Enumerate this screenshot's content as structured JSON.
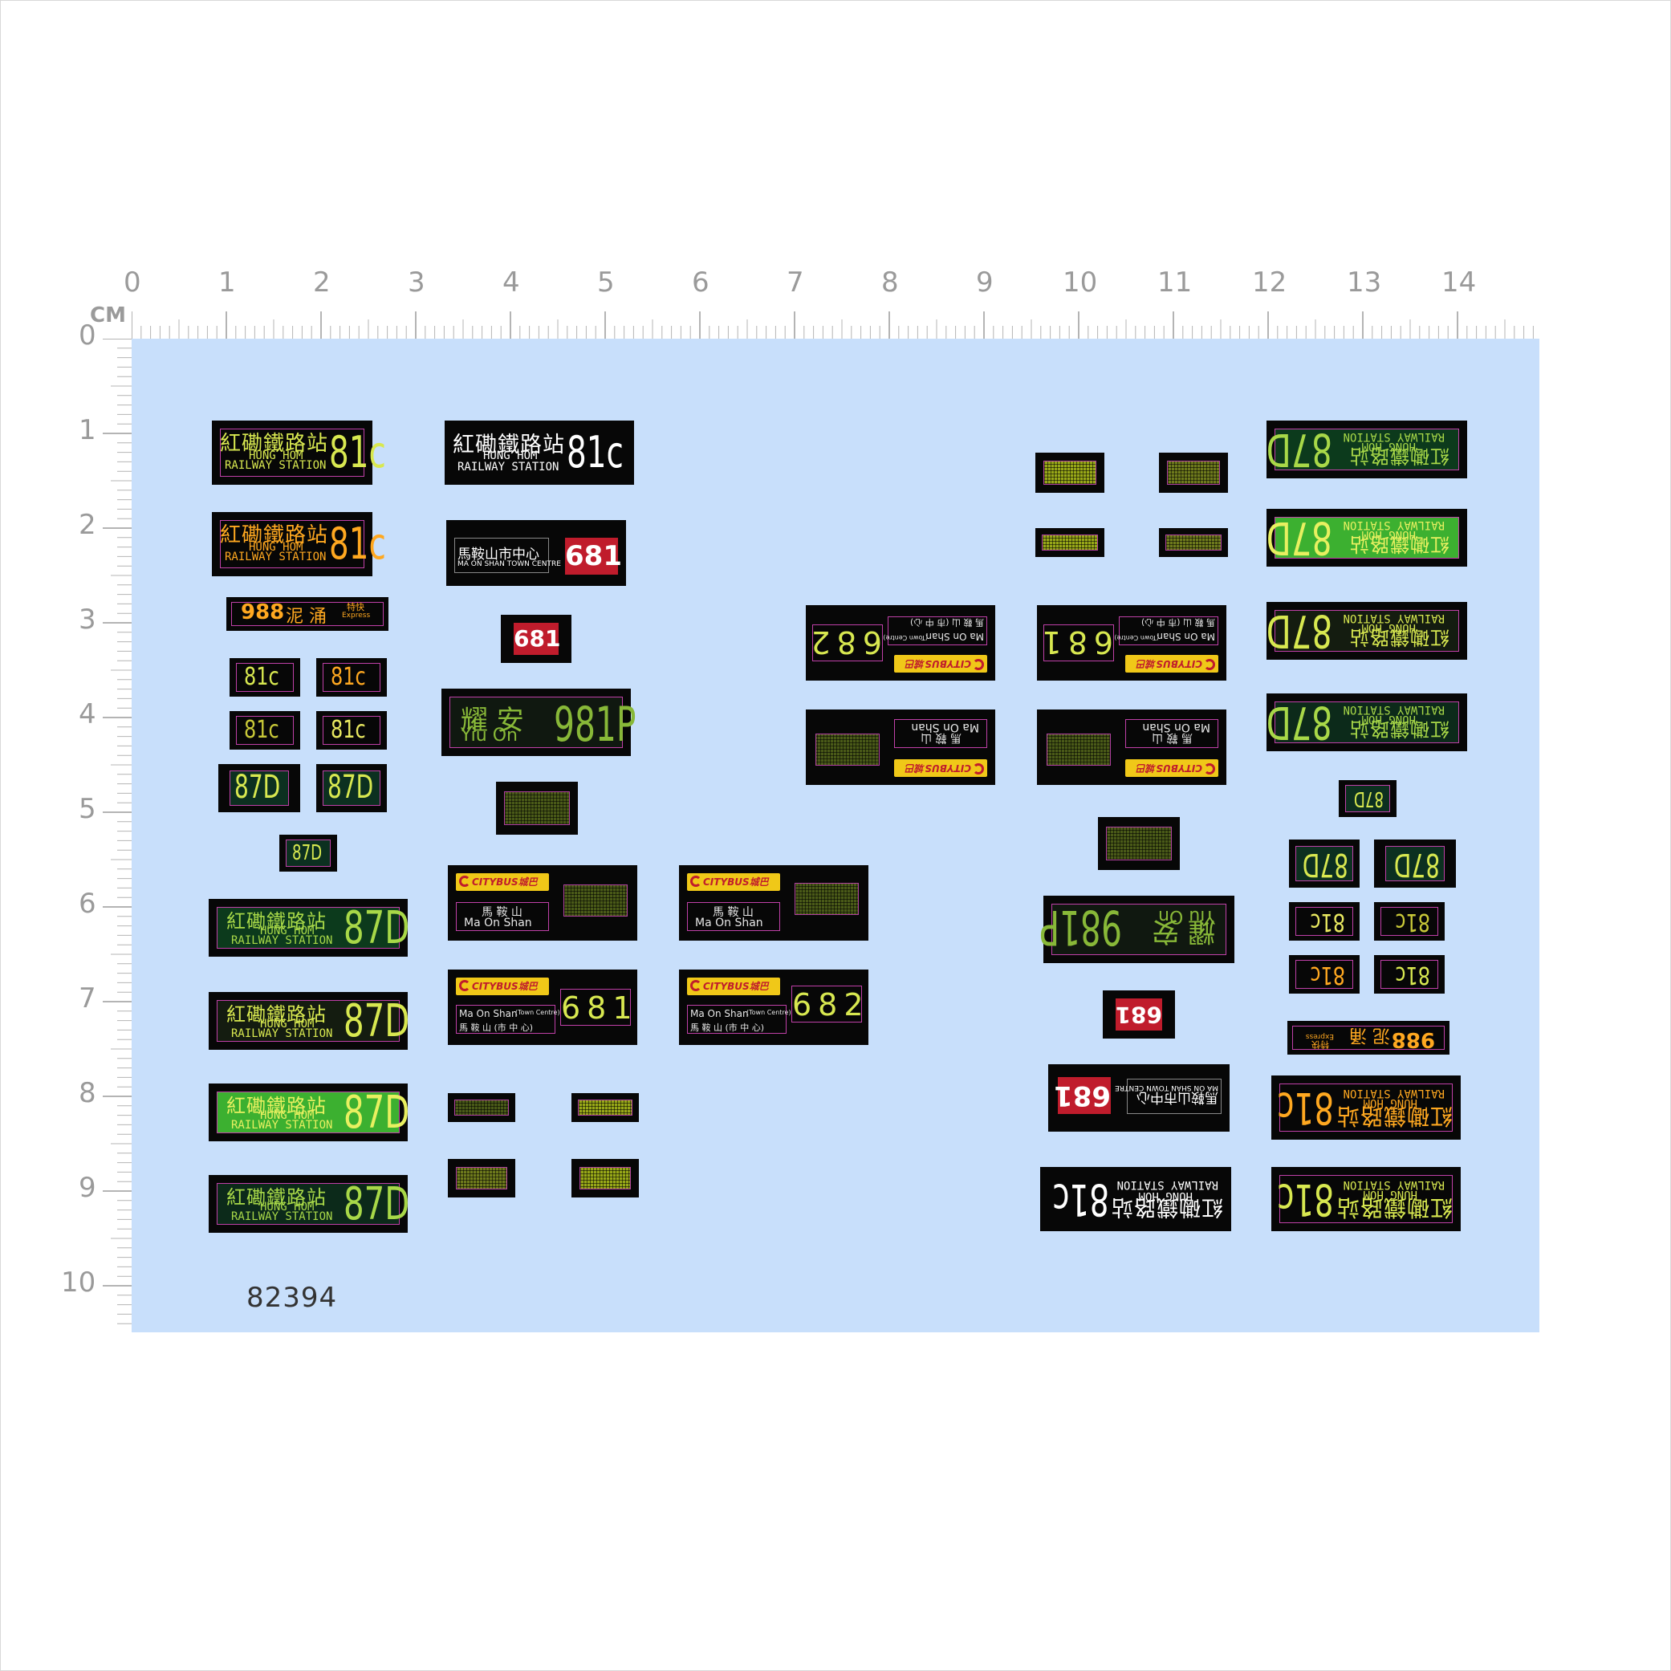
{
  "sheet_id": "82394",
  "ruler": {
    "unit": "CM",
    "top": [
      "0",
      "1",
      "2",
      "3",
      "4",
      "5",
      "6",
      "7",
      "8",
      "9",
      "10",
      "11",
      "12",
      "13",
      "14"
    ],
    "left": [
      "0",
      "1",
      "2",
      "3",
      "4",
      "5",
      "6",
      "7",
      "8",
      "9",
      "10"
    ]
  },
  "text": {
    "hung_hom_cn": "紅磡鐵路站",
    "hung_hom_en1": "HUNG HOM",
    "hung_hom_en2": "RAILWAY STATION",
    "r81c": "81c",
    "r87d": "87D",
    "r87d_small": "87D",
    "r681": "681",
    "r682": "682",
    "r988": "988",
    "nai_chung": "泥 涌",
    "express_cn": "特快",
    "express_en": "Express",
    "mos_cn_full": "馬鞍山市中心",
    "mos_en_full": "MA ON SHAN TOWN CENTRE",
    "mos_cn": "馬 鞍 山",
    "mos_en": "Ma On Shan",
    "mos_en_town": "Ma On Shan",
    "town_centre": "(Town Centre)",
    "mos_cn_town": "馬 鞍 山 (市 中 心)",
    "yiu_on_cn": "耀 安",
    "yiu_on_en": "Yiu On",
    "r981p": "981P",
    "citybus": "CITYBUS城巴"
  }
}
